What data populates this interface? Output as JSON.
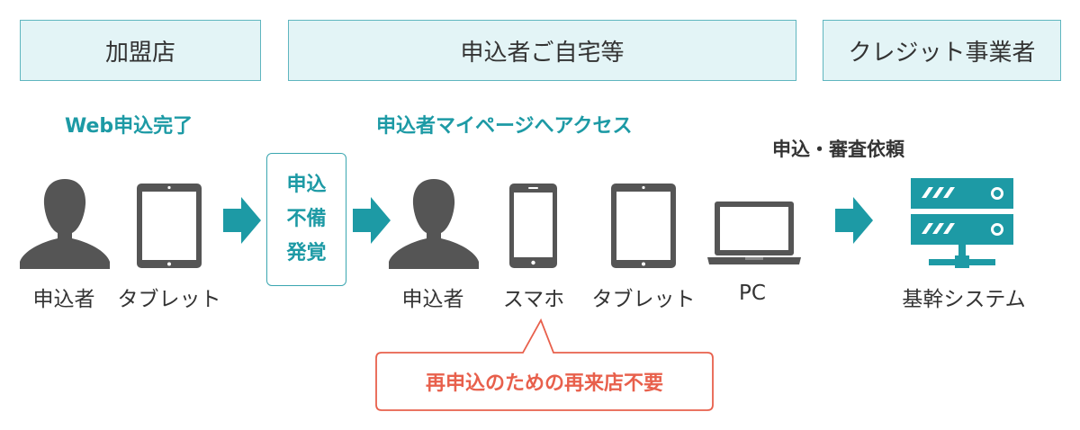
{
  "headers": {
    "store": "加盟店",
    "home": "申込者ご自宅等",
    "credit": "クレジット事業者"
  },
  "captions": {
    "web_complete": "Web申込完了",
    "mypage_access": "申込者マイページへアクセス",
    "review_request": "申込・審査依頼"
  },
  "notice": {
    "line1": "申込",
    "line2": "不備",
    "line3": "発覚"
  },
  "labels": {
    "applicant_1": "申込者",
    "tablet_1": "タブレット",
    "applicant_2": "申込者",
    "smartphone": "スマホ",
    "tablet_2": "タブレット",
    "pc": "PC",
    "core_system": "基幹システム"
  },
  "callout": "再申込のための再来店不要",
  "icons": {
    "person": "person-icon",
    "tablet": "tablet-icon",
    "smartphone": "smartphone-icon",
    "laptop": "laptop-icon",
    "server": "server-icon",
    "arrow": "arrow-right-icon"
  },
  "colors": {
    "teal": "#1d9aa5",
    "icon_gray": "#555555",
    "header_bg": "#e3f4f6",
    "accent_red": "#e8604c"
  }
}
